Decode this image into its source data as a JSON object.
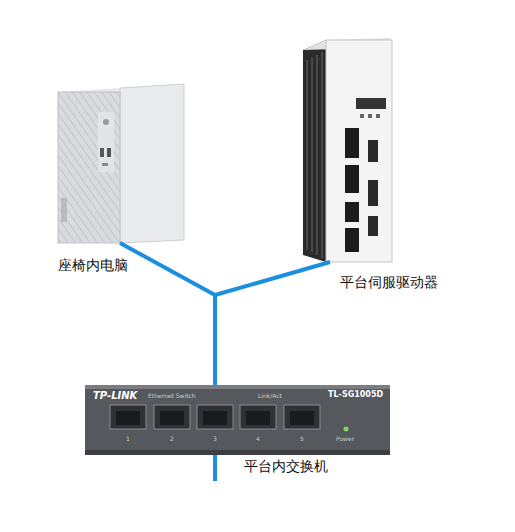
{
  "diagram": {
    "nodes": [
      {
        "text": [
          "座椅内电脑"
        ]
      },
      {
        "text": [
          "平台伺服驱动器"
        ]
      },
      {
        "text": [
          "平台内交换机"
        ]
      }
    ],
    "edges": [
      {
        "from": 0,
        "to": 2,
        "arrow": "none"
      },
      {
        "from": 1,
        "to": 2,
        "arrow": "none"
      }
    ],
    "labels": [
      "TP-LINK",
      "Ethernet Switch",
      "Link/Act",
      "TL-SG1005D",
      "1",
      "2",
      "3",
      "4",
      "5",
      "Power"
    ]
  }
}
